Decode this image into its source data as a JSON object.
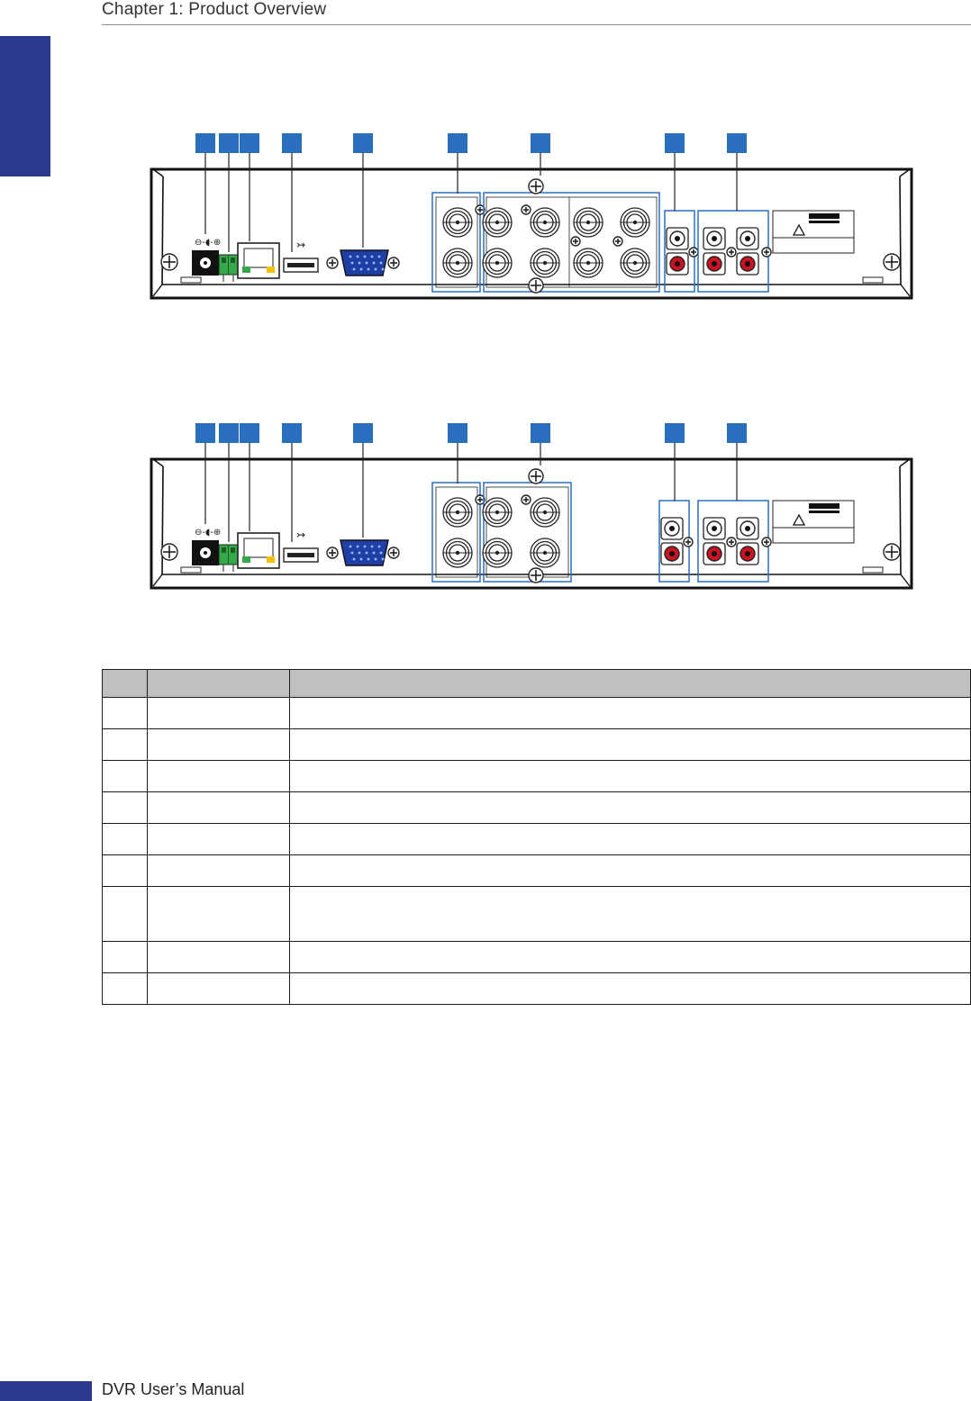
{
  "header": {
    "chapter_title": "Chapter 1: Product Overview"
  },
  "footer": {
    "manual_title": "DVR User’s Manual"
  },
  "colors": {
    "brand_blue": "#2b3a8c",
    "callout_blue": "#2a6fbe",
    "rca_red": "#cc1122",
    "terminal_green": "#36a84a",
    "led_yellow": "#f2c200"
  },
  "diagrams": [
    {
      "name": "8-channel rear panel",
      "callout_count": 9,
      "video_in_columns": 4
    },
    {
      "name": "4-channel rear panel",
      "callout_count": 9,
      "video_in_columns": 2
    }
  ],
  "table": {
    "headers": [
      "",
      "",
      ""
    ],
    "rows": [
      {
        "cells": [
          "",
          "",
          ""
        ],
        "tall": false
      },
      {
        "cells": [
          "",
          "",
          ""
        ],
        "tall": false
      },
      {
        "cells": [
          "",
          "",
          ""
        ],
        "tall": false
      },
      {
        "cells": [
          "",
          "",
          ""
        ],
        "tall": false
      },
      {
        "cells": [
          "",
          "",
          ""
        ],
        "tall": false
      },
      {
        "cells": [
          "",
          "",
          ""
        ],
        "tall": false
      },
      {
        "cells": [
          "",
          "",
          ""
        ],
        "tall": true
      },
      {
        "cells": [
          "",
          "",
          ""
        ],
        "tall": false
      },
      {
        "cells": [
          "",
          "",
          ""
        ],
        "tall": false
      }
    ]
  }
}
